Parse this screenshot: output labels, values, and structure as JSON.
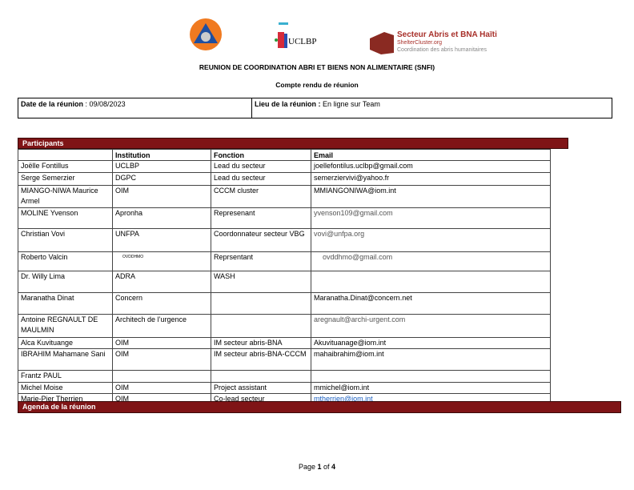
{
  "logos": {
    "uclbp": "UCLBP",
    "shelter_title": "Secteur Abris et BNA Haïti",
    "shelter_sub1": "ShelterCluster.org",
    "shelter_sub2": "Coordination des abris humanitaires"
  },
  "title": "REUNION DE COORDINATION ABRI ET BIENS NON ALIMENTAIRE (SNFI)",
  "subtitle": "Compte rendu de réunion",
  "date_label": "Date de la réunion",
  "date_value": " : 09/08/2023",
  "lieu_label": "Lieu de la réunion :",
  "lieu_value": " En ligne sur Team",
  "participants_header": "Participants",
  "columns": [
    "",
    "Institution",
    "Fonction",
    "Email"
  ],
  "rows": [
    [
      "Joëlle Fontillus",
      "UCLBP",
      "Lead du secteur",
      "joellefontilus.uclbp@gmail.com"
    ],
    [
      "Serge Semerzier",
      "DGPC",
      "Lead du secteur",
      "semerziervivi@yahoo.fr"
    ],
    [
      "MIANGO-NIWA Maurice Armel",
      "OIM",
      "CCCM cluster",
      "MMIANGONIWA@iom.int"
    ],
    [
      "MOLINE Yvenson",
      "Apronha",
      "Represenant",
      "yvenson109@gmail.com"
    ],
    [
      "Christian Vovi",
      "UNFPA",
      "Coordonnateur secteur VBG",
      "vovi@unfpa.org"
    ],
    [
      "Roberto Valcin",
      "OVDDHMO",
      "Reprsentant",
      "ovddhmo@gmail.com"
    ],
    [
      "Dr. Willy Lima",
      "ADRA",
      "WASH",
      ""
    ],
    [
      "Maranatha Dinat",
      "Concern",
      "",
      "Maranatha.Dinat@concern.net"
    ],
    [
      "Antoine REGNAULT DE MAULMIN",
      "Architech de l’urgence",
      "",
      "aregnault@archi-urgent.com"
    ],
    [
      "Alca Kuvituange",
      "OIM",
      "IM secteur abris-BNA",
      "Akuvituanage@iom.int"
    ],
    [
      "IBRAHIM Mahamane Sani",
      "OIM",
      "IM secteur abris-BNA-CCCM",
      "mahaibrahim@iom.int"
    ],
    [
      "Frantz PAUL",
      "",
      "",
      ""
    ],
    [
      "Michel Moise",
      "OIM",
      "Project assistant",
      "mmichel@iom.int"
    ],
    [
      "Marie-Pier Therrien",
      "OIM",
      "Co-lead secteur",
      "mtherrien@iom.int"
    ]
  ],
  "agenda_header": "Agenda de la réunion",
  "footer": {
    "page_label": "Page ",
    "page": "1",
    "of": " of ",
    "total": "4"
  }
}
